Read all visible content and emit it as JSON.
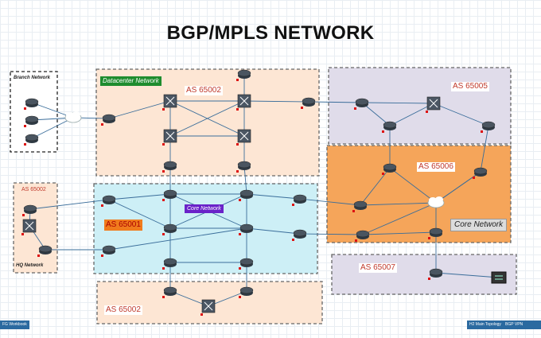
{
  "title": "BGP/MPLS NETWORK",
  "regions": {
    "branch_label": "Branch Network",
    "datacenter_label": "Datacenter Network",
    "hq_label": "HQ Network",
    "core_label": "Core Network",
    "core_right_label": "Core Network",
    "as_dc": "AS 65002",
    "as_hq": "AS 65002",
    "as_core": "AS 65001",
    "as_tr": "AS 65005",
    "as_mr": "AS 65006",
    "as_br": "AS 65007",
    "as_bottom": "AS 65002"
  },
  "footer": {
    "left": "FG Workbook",
    "mid": "H2 Main Topology",
    "right": "BGP VPN Physical"
  },
  "colors": {
    "dc_fill": "#fde6d4",
    "core_fill": "#cdeff6",
    "tr_fill": "#e0dcea",
    "mr_fill": "#f5a55a",
    "br_fill": "#e0dcea",
    "bottom_fill": "#fde6d4",
    "link": "#3a6d9a",
    "router": "#4a5560"
  }
}
